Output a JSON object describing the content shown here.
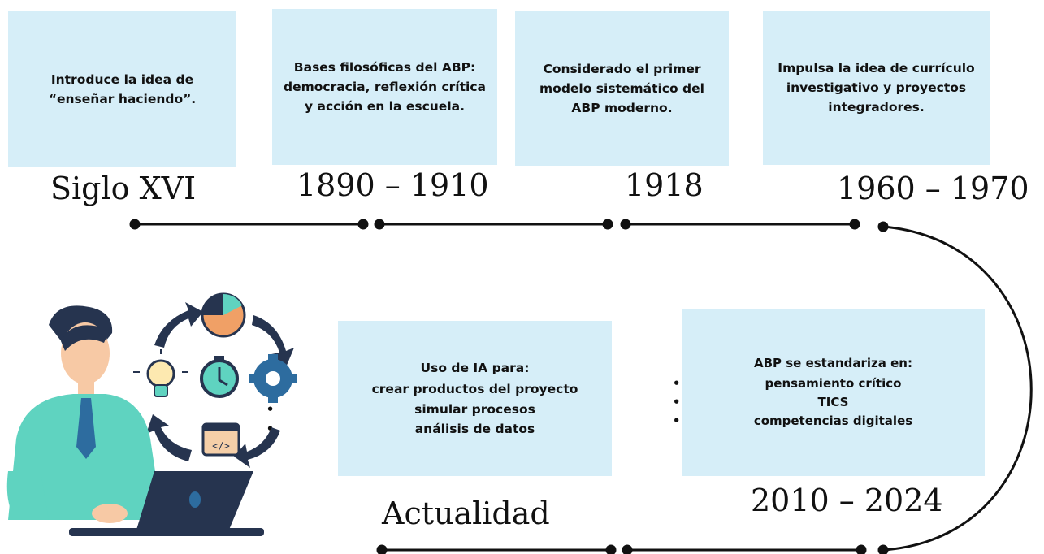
{
  "timeline": [
    {
      "year": "Siglo XVI",
      "text": "Introduce la idea de “enseñar haciendo”."
    },
    {
      "year": "1890 – 1910",
      "text": "Bases filosóficas del ABP: democracia, reflexión crítica y acción en la escuela."
    },
    {
      "year": "1918",
      "text": "Considerado el primer modelo sistemático del ABP moderno."
    },
    {
      "year": "1960 – 1970",
      "text": "Impulsa la idea de currículo investigativo y proyectos integradores."
    }
  ],
  "period_2010": {
    "year": "2010 – 2024",
    "heading": "ABP se estandariza en:",
    "items": [
      "pensamiento crítico",
      "TICS",
      "competencias digitales"
    ]
  },
  "actualidad": {
    "year": "Actualidad",
    "heading": "Uso de IA para:",
    "items": [
      "crear productos del proyecto",
      "simular procesos",
      "análisis de datos"
    ]
  },
  "colors": {
    "card_bg": "#d6eef8",
    "line": "#111111",
    "shirt": "#5fd3c0",
    "navy": "#26344f",
    "orange": "#f0a066"
  },
  "illustration_icons": [
    "person-at-laptop-icon",
    "pie-chart-icon",
    "lightbulb-icon",
    "stopwatch-icon",
    "gear-icon",
    "code-window-icon",
    "cycle-arrows-icon"
  ]
}
